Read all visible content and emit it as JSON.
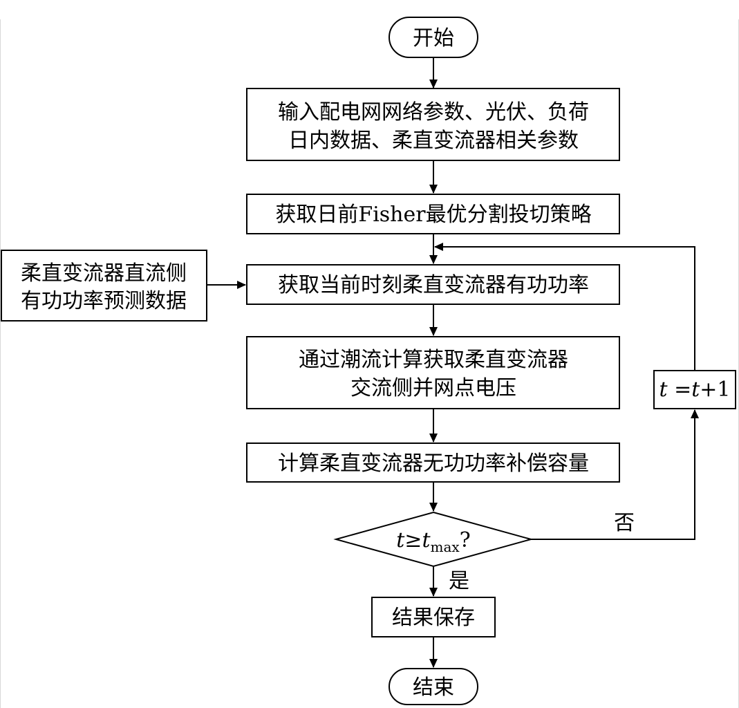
{
  "diagram": {
    "start": "开始",
    "step_input_line1": "输入配电网网络参数、光伏、负荷",
    "step_input_line2": "日内数据、柔直变流器相关参数",
    "step_fisher": "获取日前Fisher最优分割投切策略",
    "side_input_line1": "柔直变流器直流侧",
    "side_input_line2": "有功功率预测数据",
    "step_active_power": "获取当前时刻柔直变流器有功功率",
    "step_powerflow_line1": "通过潮流计算获取柔直变流器",
    "step_powerflow_line2": "交流侧并网点电压",
    "step_reactive": "计算柔直变流器无功功率补偿容量",
    "decision": {
      "var": "t",
      "op": "≥",
      "var2": "t",
      "sub": "max",
      "q": "?"
    },
    "label_no": "否",
    "label_yes": "是",
    "increment": {
      "t1": "t",
      "eq": " =",
      "t2": "t",
      "plus": "+1"
    },
    "step_save": "结果保存",
    "end": "结束"
  }
}
